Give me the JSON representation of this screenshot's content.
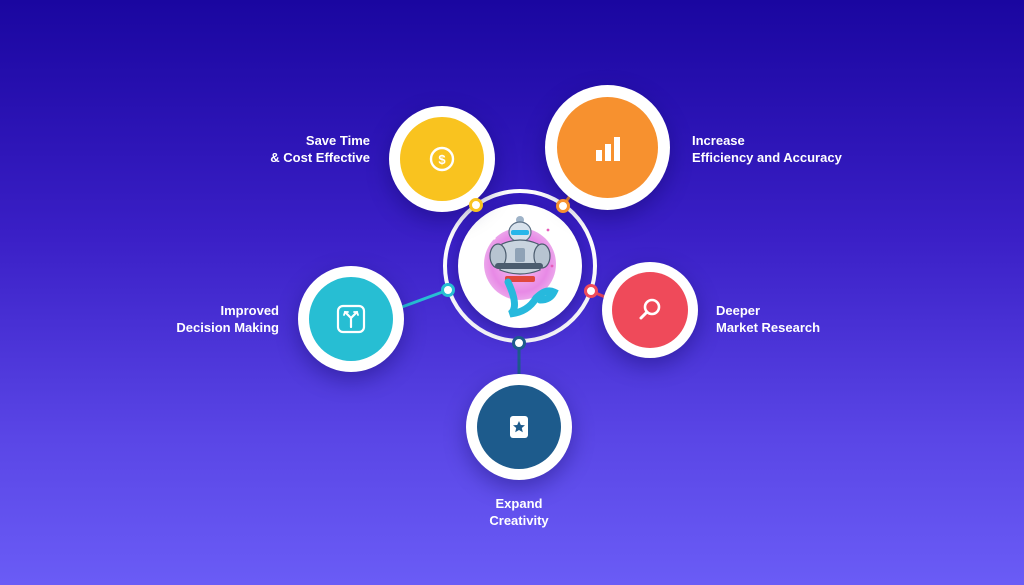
{
  "nodes": [
    {
      "key": "save_time",
      "lines": [
        "Save Time",
        "& Cost Effective"
      ],
      "color": "#f9c31f",
      "icon": "dollar-coin-icon"
    },
    {
      "key": "efficiency",
      "lines": [
        "Increase",
        "Efficiency and Accuracy"
      ],
      "color": "#f7912f",
      "icon": "bar-chart-icon"
    },
    {
      "key": "decision",
      "lines": [
        "Improved",
        "Decision Making"
      ],
      "color": "#27bed3",
      "icon": "split-arrows-icon"
    },
    {
      "key": "research",
      "lines": [
        "Deeper",
        "Market Research"
      ],
      "color": "#ef4a5a",
      "icon": "search-icon"
    },
    {
      "key": "creativity",
      "lines": [
        "Expand",
        "Creativity"
      ],
      "color": "#1d5b8c",
      "icon": "star-badge-icon"
    }
  ],
  "hub": {
    "icon": "ai-robot-genie-icon"
  },
  "colors": {
    "connector_dot_stroke": "#ffffff"
  }
}
